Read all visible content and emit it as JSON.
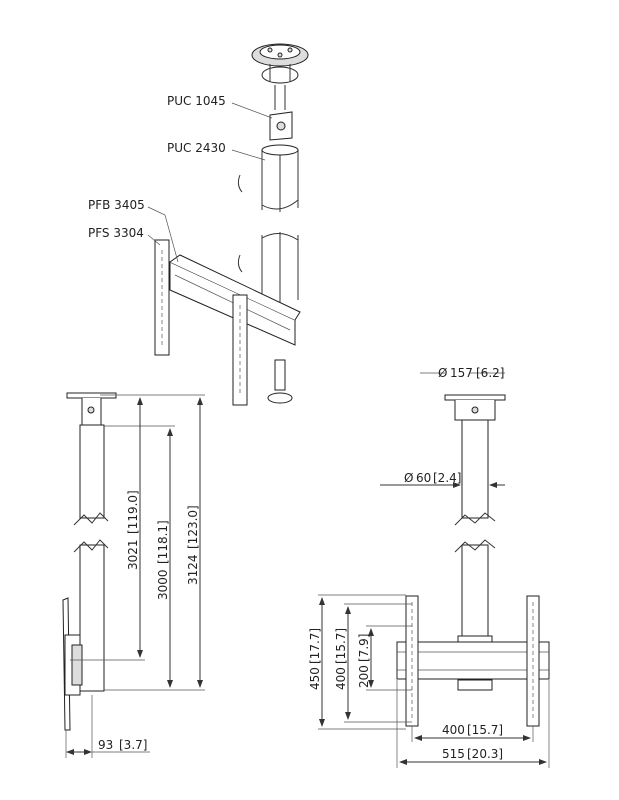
{
  "exploded_view": {
    "callouts": [
      "PUC 1045",
      "PUC 2430",
      "PFB 3405",
      "PFS 3304"
    ]
  },
  "side_view": {
    "dims": {
      "d3021": {
        "value": "3021",
        "inch": "119.0"
      },
      "d3000": {
        "value": "3000",
        "inch": "118.1"
      },
      "d3124": {
        "value": "3124",
        "inch": "123.0"
      },
      "d93": {
        "value": "93",
        "inch": "3.7"
      }
    }
  },
  "front_view": {
    "dims": {
      "plate_dia": {
        "symbol": "Ø",
        "value": "157",
        "inch": "6.2"
      },
      "pole_dia": {
        "symbol": "Ø",
        "value": "60",
        "inch": "2.4"
      },
      "d450": {
        "value": "450",
        "inch": "17.7"
      },
      "d400v": {
        "value": "400",
        "inch": "15.7"
      },
      "d200": {
        "value": "200",
        "inch": "7.9"
      },
      "d400h": {
        "value": "400",
        "inch": "15.7"
      },
      "d515": {
        "value": "515",
        "inch": "20.3"
      }
    }
  }
}
